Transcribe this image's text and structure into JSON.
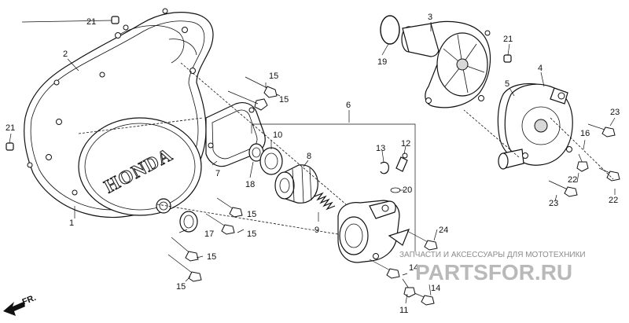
{
  "callouts": {
    "c1": "1",
    "c2": "2",
    "c3": "3",
    "c4": "4",
    "c5": "5",
    "c6": "6",
    "c7": "7",
    "c8": "8",
    "c9": "9",
    "c10": "10",
    "c11": "11",
    "c12": "12",
    "c13": "13",
    "c14": "14",
    "c15": "15",
    "c16": "16",
    "c17": "17",
    "c18": "18",
    "c19": "19",
    "c20": "20",
    "c21": "21",
    "c22": "22",
    "c23": "23",
    "c24": "24"
  },
  "cover_logo": "HONDA",
  "direction": "FR.",
  "watermark": {
    "caption": "ЗАПЧАСТИ И АКСЕССУАРЫ ДЛЯ МОТОТЕХНИКИ",
    "brand": "PARTSFOR.RU"
  }
}
